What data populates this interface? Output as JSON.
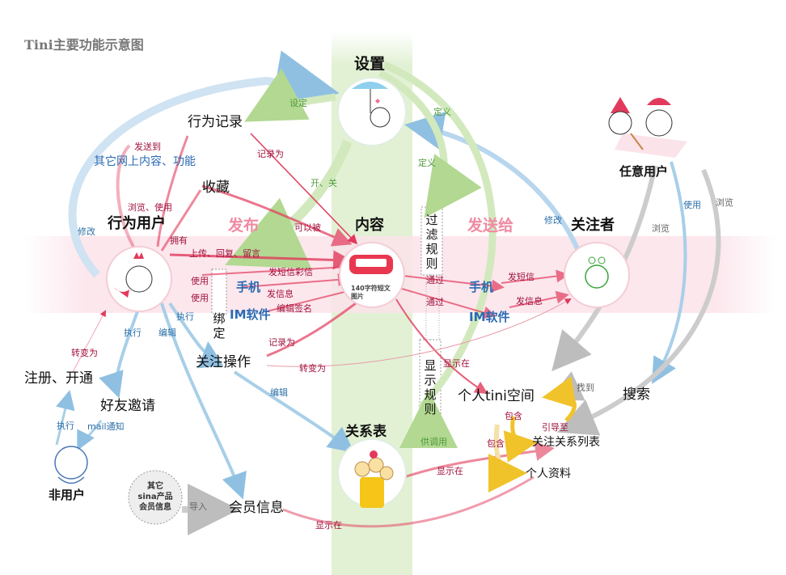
{
  "title": "Tini主要功能示意图",
  "nodes": {
    "settings": "设置",
    "behavior_record": "行为记录",
    "other_content": "其它网上内容、功能",
    "favorites": "收藏",
    "behavior_user": "行为用户",
    "content": "内容",
    "follower": "关注者",
    "any_user": "任意用户",
    "register": "注册、开通",
    "friend_invite": "好友邀请",
    "non_user": "非用户",
    "follow_op": "关注操作",
    "relation_table": "关系表",
    "member_info": "会员信息",
    "other_sina": "其它\nsina产品\n会员信息",
    "personal_space": "个人tini空间",
    "search": "搜索",
    "follow_list": "关注关系列表",
    "personal_profile": "个人资料",
    "phone_left": "手机",
    "im_left": "IM软件",
    "phone_right": "手机",
    "im_right": "IM软件",
    "bind": "绑\n定",
    "filter_rules": "过\n滤\n规\n则",
    "display_rules": "显\n示\n规\n则",
    "publish": "发布",
    "send_to": "发送给",
    "content_desc": "140字符短文\n图片"
  },
  "edges": {
    "set": "设定",
    "define1": "定义",
    "define2": "定义",
    "open_close": "开、关",
    "record_as1": "记录为",
    "send_to_small": "发送到",
    "browse_use": "浏览、使用",
    "can_be": "可以被",
    "own": "拥有",
    "upload": "上传、回复、留言",
    "send_sms_mms": "发短信彩信",
    "use1": "使用",
    "use2": "使用",
    "send_msg_left": "发信息",
    "edit_sign": "编辑签名",
    "execute1": "执行",
    "execute2": "执行",
    "edit1": "编辑",
    "edit2": "编辑",
    "record_as2": "记录为",
    "transform1": "转变为",
    "transform2": "转变为",
    "pass1": "通过",
    "pass2": "通过",
    "send_sms_right": "发短信",
    "send_msg_right": "发信息",
    "modify_left": "修改",
    "modify_right": "修改",
    "use_right": "使用",
    "browse1": "浏览",
    "browse2": "浏览",
    "show_at1": "显示在",
    "show_at2": "显示在",
    "show_at3": "显示在",
    "find": "找到",
    "contain1": "包含",
    "contain2": "包含",
    "lead_to": "引导至",
    "for_call": "供调用",
    "import": "导入",
    "mail_notice": "mail通知",
    "execute3": "执行"
  },
  "colors": {
    "green_band": "#dff0cf",
    "pink_band": "#fbe3ea",
    "red": "#e23a5c",
    "blue": "#9cc8e6",
    "green": "#b9dc9a",
    "gray": "#c8c8c8"
  }
}
